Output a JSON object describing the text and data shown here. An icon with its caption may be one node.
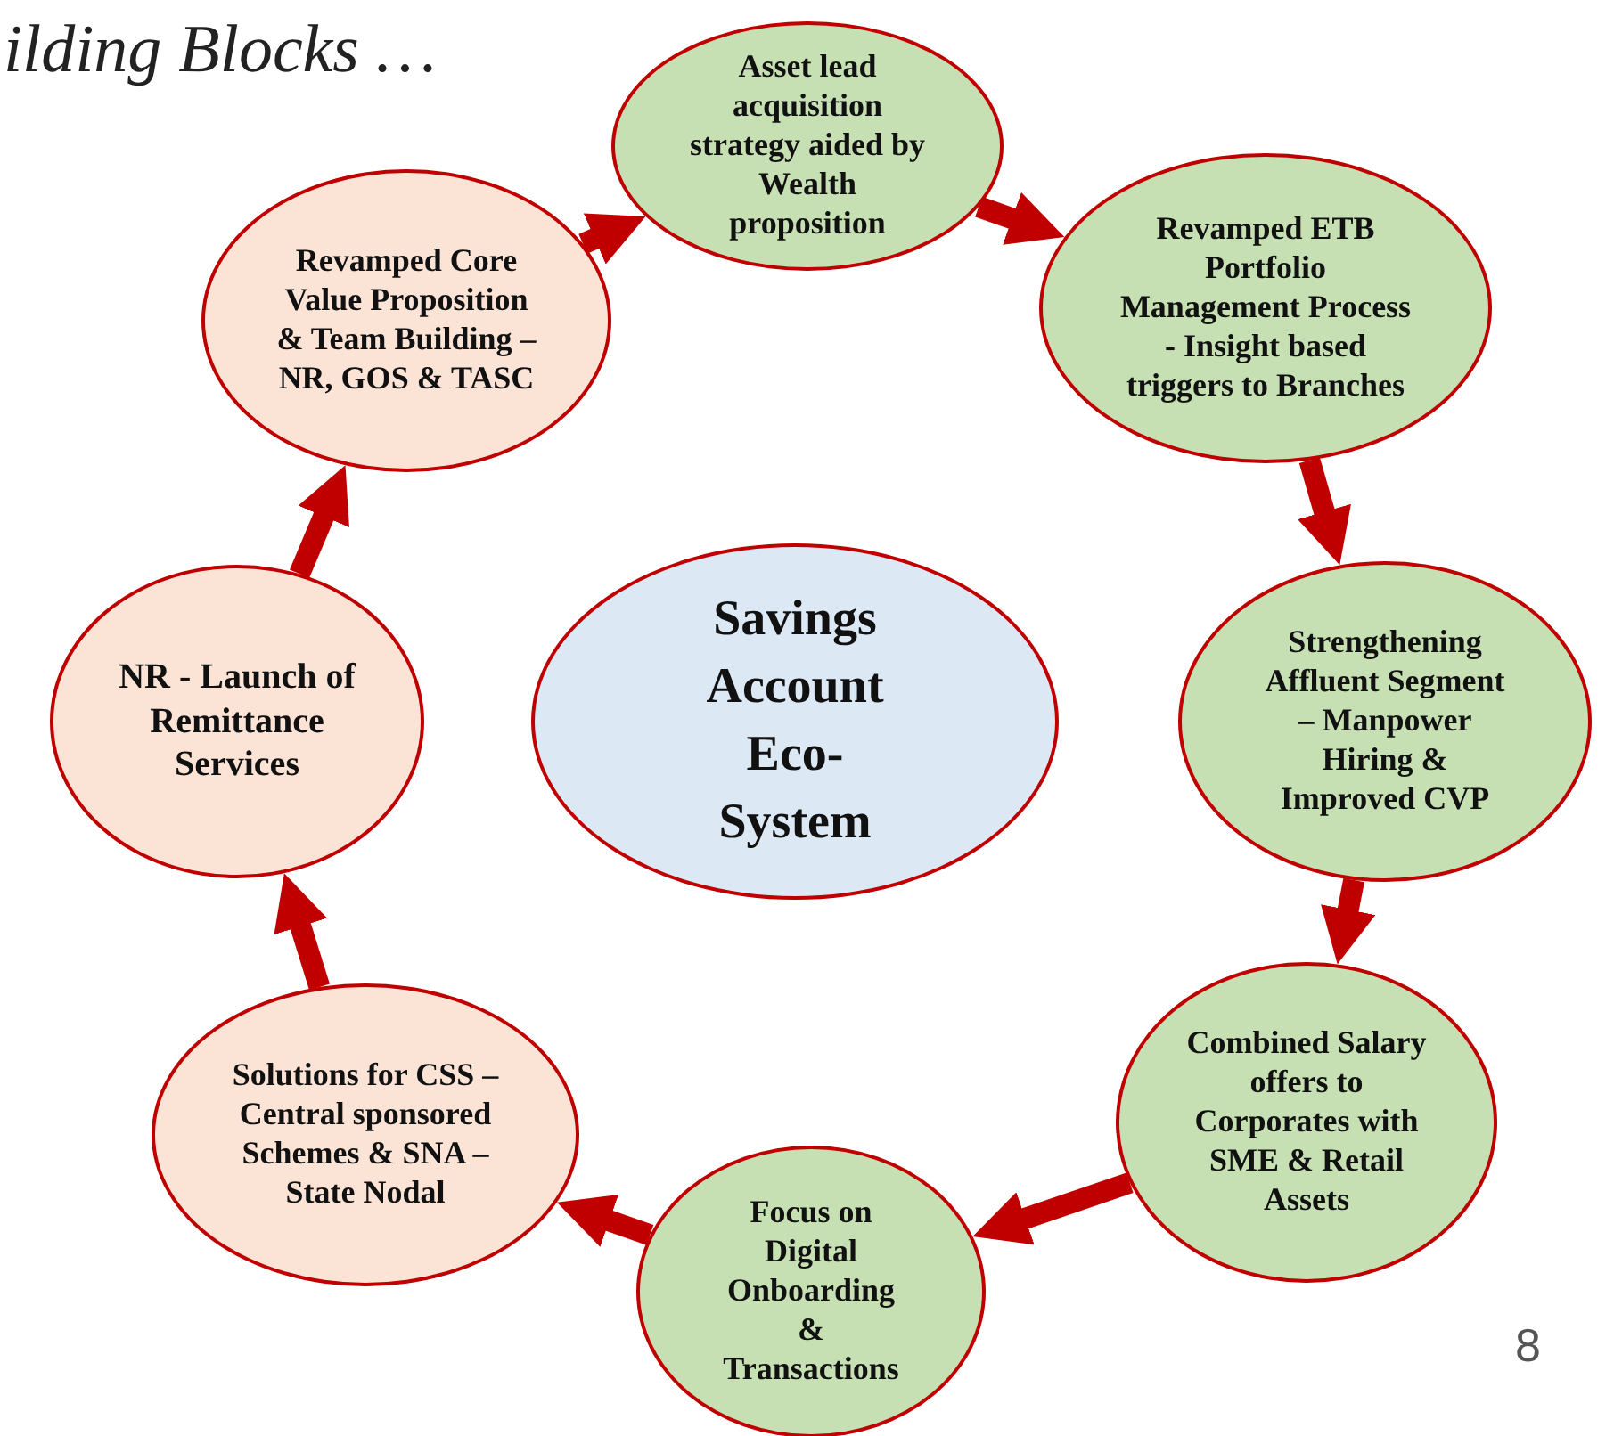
{
  "diagram": {
    "title": "ilding Blocks …",
    "nodes": [
      {
        "text": [
          "Savings Account Eco-System"
        ]
      },
      {
        "text": [
          "Asset lead acquisition strategy aided by Wealth proposition"
        ]
      },
      {
        "text": [
          "Revamped ETB Portfolio Management Process - Insight based triggers to Branches"
        ]
      },
      {
        "text": [
          "Strengthening Affluent Segment – Manpower Hiring & Improved CVP"
        ]
      },
      {
        "text": [
          "Combined Salary offers to Corporates with SME & Retail Assets"
        ]
      },
      {
        "text": [
          "Focus on Digital Onboarding & Transactions"
        ]
      },
      {
        "text": [
          "Solutions for CSS – Central sponsored Schemes & SNA – State Nodal"
        ]
      },
      {
        "text": [
          "NR - Launch of Remittance Services"
        ]
      },
      {
        "text": [
          "Revamped Core Value Proposition & Team Building – NR, GOS & TASC"
        ]
      }
    ],
    "edges": [
      {
        "from": 8,
        "to": 1,
        "arrow": "to"
      },
      {
        "from": 1,
        "to": 2,
        "arrow": "to"
      },
      {
        "from": 2,
        "to": 3,
        "arrow": "to"
      },
      {
        "from": 3,
        "to": 4,
        "arrow": "to"
      },
      {
        "from": 4,
        "to": 5,
        "arrow": "to"
      },
      {
        "from": 5,
        "to": 6,
        "arrow": "to"
      },
      {
        "from": 6,
        "to": 7,
        "arrow": "to"
      },
      {
        "from": 7,
        "to": 8,
        "arrow": "to"
      }
    ],
    "labels": [
      "8"
    ]
  }
}
